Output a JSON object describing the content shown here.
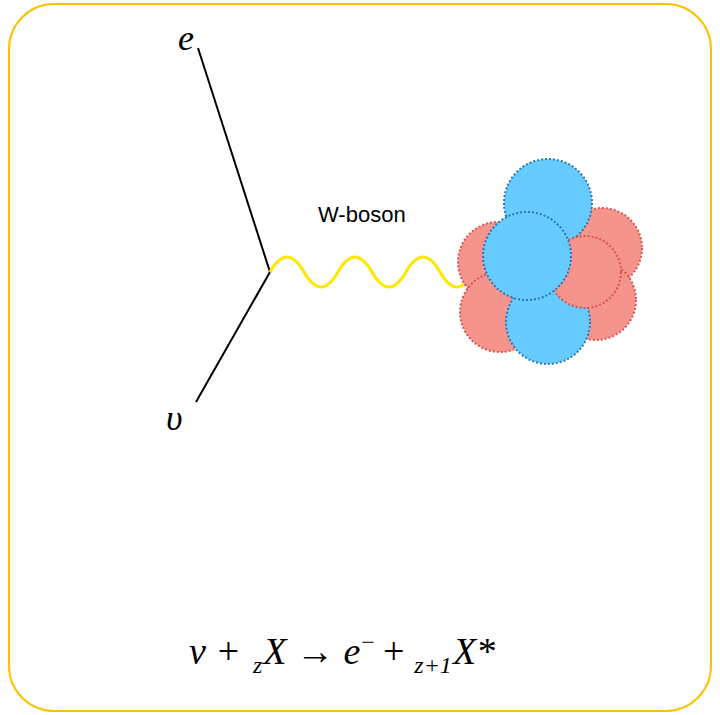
{
  "diagram": {
    "nodes": [
      {
        "text": [
          "e",
          "W-boson",
          "υ",
          "ν +",
          "z",
          "X → e",
          "−",
          "+",
          "z+1",
          "X*"
        ]
      }
    ]
  }
}
